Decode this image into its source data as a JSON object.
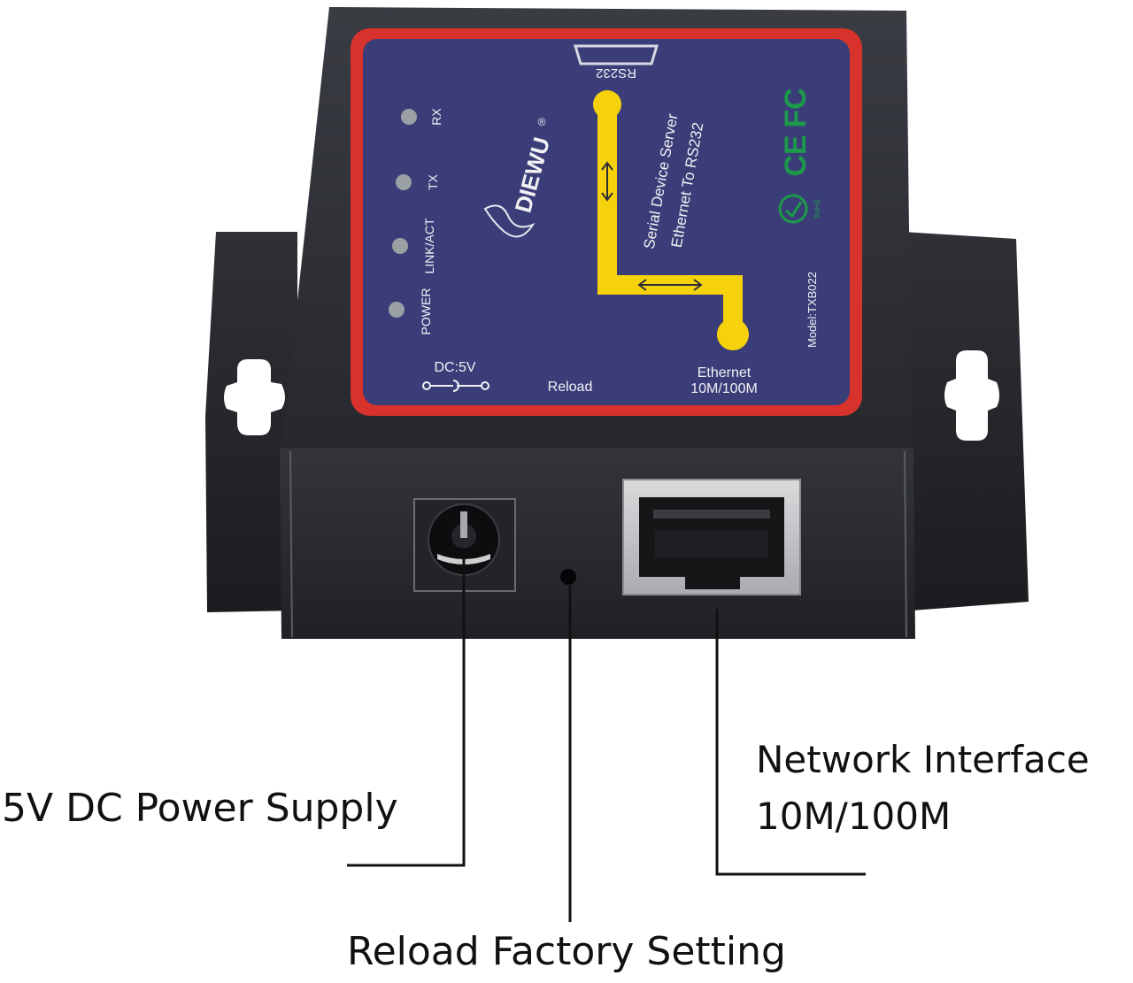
{
  "device": {
    "brand": "DIEWU",
    "registered_mark": "®",
    "product_line1": "Serial Device Server",
    "product_line2": "Ethernet To RS232",
    "model": "Model:TXB022",
    "port_rs232": "RS232",
    "led_rx": "RX",
    "led_tx": "TX",
    "led_link": "LINK/ACT",
    "led_power": "POWER",
    "dc_label": "DC:5V",
    "reload_label": "Reload",
    "ethernet_label1": "Ethernet",
    "ethernet_label2": "10M/100M",
    "cert_fc": "FC",
    "cert_ce": "CE",
    "cert_rohs": "RoHS"
  },
  "callouts": {
    "power": "5V DC Power Supply",
    "reset": "Reload Factory Setting",
    "network_line1": "Network Interface",
    "network_line2": "10M/100M"
  },
  "colors": {
    "label_bg": "#3b3d78",
    "label_border": "#d7322c",
    "trace_yellow": "#f5d20c",
    "body_dark": "#2d2f35",
    "led": "#9aa0a4",
    "cert_green": "#1c9a4a"
  }
}
